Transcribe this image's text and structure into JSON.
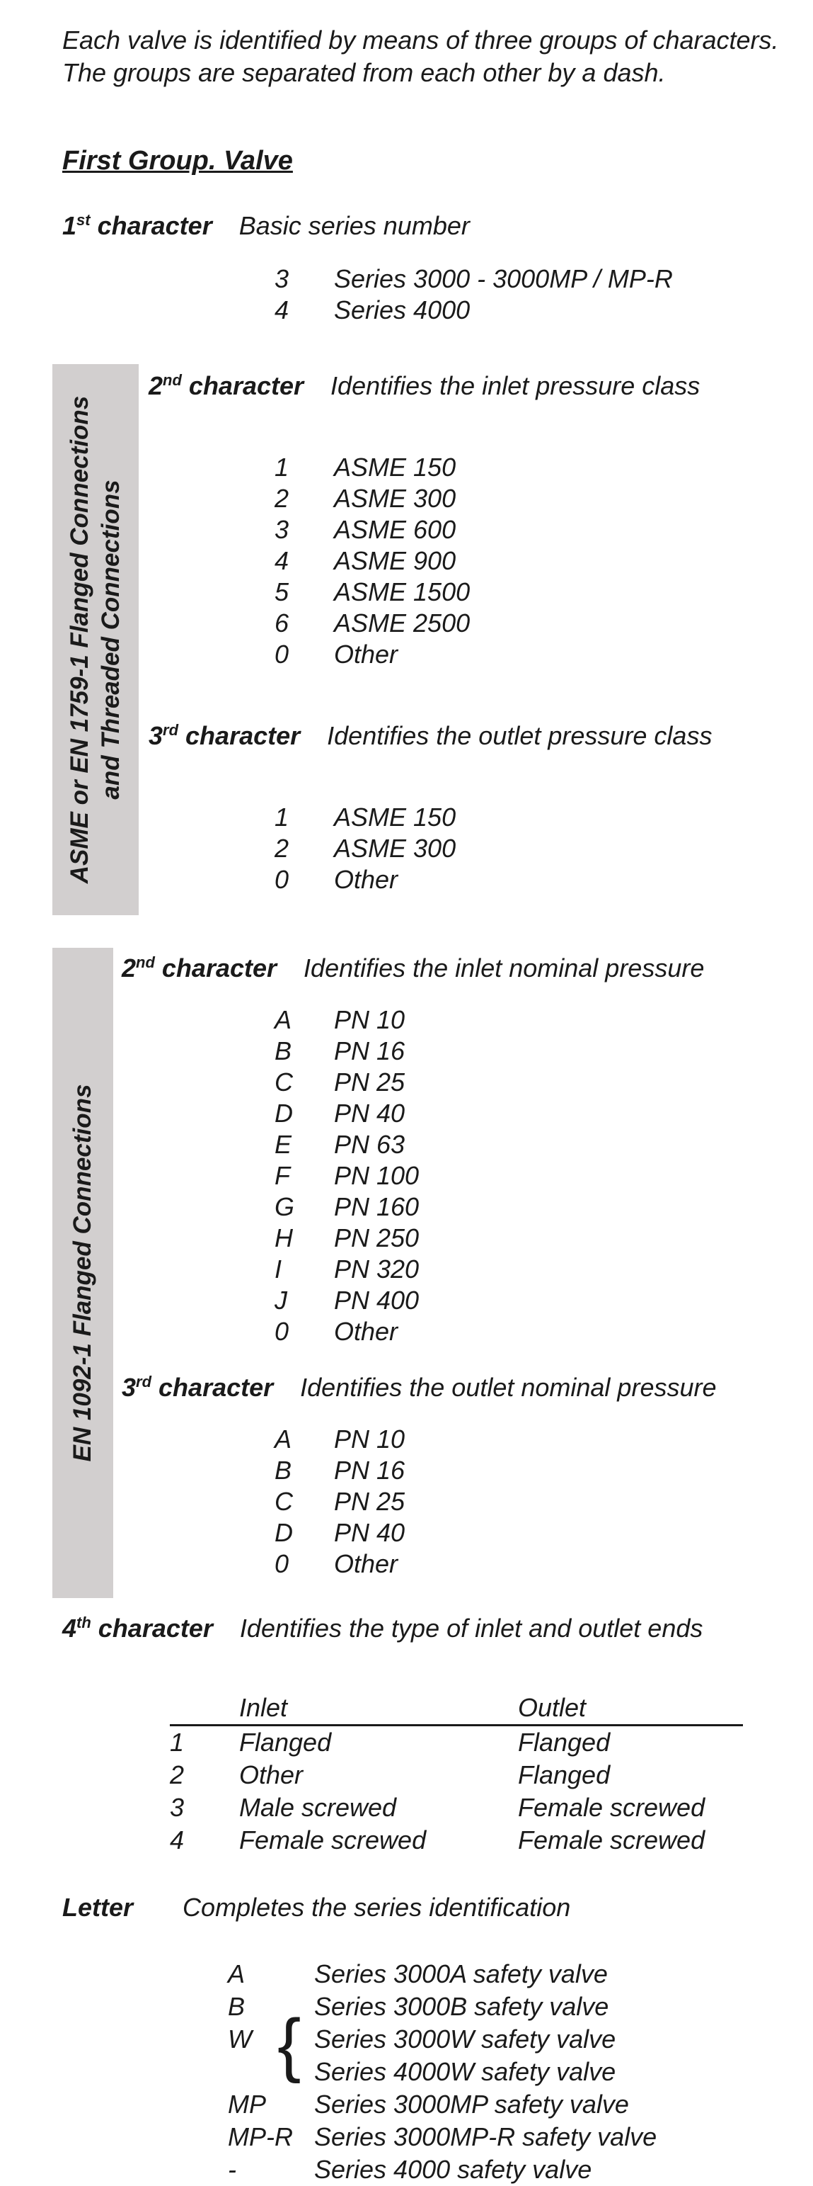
{
  "intro": {
    "line1": "Each valve is identified by means of three groups of characters.",
    "line2": "The groups are separated from each other by a dash."
  },
  "first_group": {
    "heading": "First Group. Valve"
  },
  "char1": {
    "label": "1",
    "sup": "st",
    "word": " character",
    "desc": "Basic series number",
    "items": [
      {
        "code": "3",
        "text": "Series 3000 - 3000MP / MP-R"
      },
      {
        "code": "4",
        "text": "Series 4000"
      }
    ]
  },
  "asme_section": {
    "sidebar_line1": "ASME or EN 1759-1 Flanged Connections",
    "sidebar_line2": "and Threaded Connections",
    "char2": {
      "label": "2",
      "sup": "nd",
      "word": " character",
      "desc": "Identifies the inlet pressure class",
      "items": [
        {
          "code": "1",
          "text": "ASME 150"
        },
        {
          "code": "2",
          "text": "ASME 300"
        },
        {
          "code": "3",
          "text": "ASME 600"
        },
        {
          "code": "4",
          "text": "ASME 900"
        },
        {
          "code": "5",
          "text": "ASME 1500"
        },
        {
          "code": "6",
          "text": "ASME 2500"
        },
        {
          "code": "0",
          "text": "Other"
        }
      ]
    },
    "char3": {
      "label": "3",
      "sup": "rd",
      "word": " character",
      "desc": "Identifies the outlet pressure class",
      "items": [
        {
          "code": "1",
          "text": "ASME 150"
        },
        {
          "code": "2",
          "text": "ASME 300"
        },
        {
          "code": "0",
          "text": "Other"
        }
      ]
    }
  },
  "en_section": {
    "sidebar": "EN 1092-1 Flanged Connections",
    "char2": {
      "label": "2",
      "sup": "nd",
      "word": " character",
      "desc": "Identifies the inlet nominal pressure",
      "items": [
        {
          "code": "A",
          "text": "PN 10"
        },
        {
          "code": "B",
          "text": "PN 16"
        },
        {
          "code": "C",
          "text": "PN 25"
        },
        {
          "code": "D",
          "text": "PN 40"
        },
        {
          "code": "E",
          "text": "PN 63"
        },
        {
          "code": "F",
          "text": "PN 100"
        },
        {
          "code": "G",
          "text": "PN 160"
        },
        {
          "code": "H",
          "text": "PN 250"
        },
        {
          "code": "I",
          "text": "PN 320"
        },
        {
          "code": "J",
          "text": "PN 400"
        },
        {
          "code": "0",
          "text": "Other"
        }
      ]
    },
    "char3": {
      "label": "3",
      "sup": "rd",
      "word": " character",
      "desc": "Identifies the outlet nominal pressure",
      "items": [
        {
          "code": "A",
          "text": "PN 10"
        },
        {
          "code": "B",
          "text": "PN 16"
        },
        {
          "code": "C",
          "text": "PN 25"
        },
        {
          "code": "D",
          "text": "PN 40"
        },
        {
          "code": "0",
          "text": "Other"
        }
      ]
    }
  },
  "char4": {
    "label": "4",
    "sup": "th",
    "word": " character",
    "desc": "Identifies the type of inlet and outlet ends",
    "table": {
      "headers": [
        "",
        "Inlet",
        "Outlet"
      ],
      "rows": [
        [
          "1",
          "Flanged",
          "Flanged"
        ],
        [
          "2",
          "Other",
          "Flanged"
        ],
        [
          "3",
          "Male screwed",
          "Female screwed"
        ],
        [
          "4",
          "Female screwed",
          "Female screwed"
        ]
      ]
    }
  },
  "letter": {
    "label": "Letter",
    "desc": "Completes the series identification",
    "brace": "{",
    "items": [
      {
        "code": "A",
        "text": "Series 3000A safety valve"
      },
      {
        "code": "B",
        "text": "Series 3000B safety valve"
      },
      {
        "code": "W",
        "text": "Series 3000W safety valve"
      },
      {
        "code": "",
        "text": "Series 4000W safety valve"
      },
      {
        "code": "MP",
        "text": "Series 3000MP safety valve"
      },
      {
        "code": "MP-R",
        "text": "Series 3000MP-R safety valve"
      },
      {
        "code": "-",
        "text": "Series 4000 safety valve"
      }
    ]
  },
  "colors": {
    "sidebar_bg": "#d2cfcf",
    "text": "#1a1a1a"
  }
}
